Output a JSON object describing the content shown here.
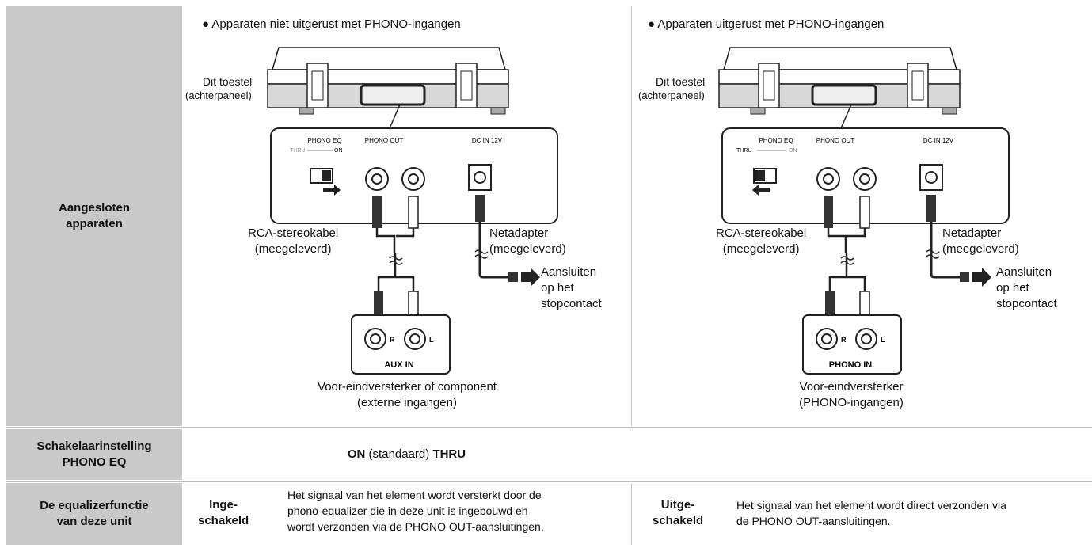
{
  "rows": {
    "devices": {
      "header": [
        "Aangesloten",
        "apparaten"
      ]
    },
    "switch": {
      "header": [
        "Schakelaarinstelling",
        "PHONO EQ"
      ],
      "value_on": "ON",
      "value_mid": " (standaard) ",
      "value_thru": "THRU"
    },
    "function": {
      "header": [
        "De equalizerfunctie",
        "van deze unit"
      ]
    }
  },
  "left": {
    "caption": "Apparaten niet uitgerust met PHONO-ingangen",
    "unit_label": "Dit toestel",
    "unit_sub": "(achterpaneel)",
    "panel": {
      "phono_eq": "PHONO EQ",
      "thru": "THRU",
      "on": "ON",
      "phono_out": "PHONO OUT",
      "dc_in": "DC IN 12V",
      "r": "R",
      "l": "L"
    },
    "cable_label": [
      "RCA-stereokabel",
      "(meegeleverd)"
    ],
    "adapter_label": [
      "Netadapter",
      "(meegeleverd)"
    ],
    "outlet_label": [
      "Aansluiten",
      "op het",
      "stopcontact"
    ],
    "input_name": "AUX IN",
    "amp_label": [
      "Voor-eindversterker of component",
      "(externe ingangen)"
    ],
    "state": [
      "Inge-",
      "schakeld"
    ],
    "description": [
      "Het signaal van het element wordt versterkt door de",
      "phono-equalizer die in deze unit is ingebouwd en",
      "wordt verzonden via de PHONO OUT-aansluitingen."
    ]
  },
  "right": {
    "caption": "Apparaten uitgerust met PHONO-ingangen",
    "unit_label": "Dit toestel",
    "unit_sub": "(achterpaneel)",
    "panel": {
      "phono_eq": "PHONO EQ",
      "thru": "THRU",
      "on": "ON",
      "phono_out": "PHONO OUT",
      "dc_in": "DC IN 12V",
      "r": "R",
      "l": "L"
    },
    "cable_label": [
      "RCA-stereokabel",
      "(meegeleverd)"
    ],
    "adapter_label": [
      "Netadapter",
      "(meegeleverd)"
    ],
    "outlet_label": [
      "Aansluiten",
      "op het",
      "stopcontact"
    ],
    "input_name": "PHONO IN",
    "amp_label": [
      "Voor-eindversterker",
      "(PHONO-ingangen)"
    ],
    "state": [
      "Uitge-",
      "schakeld"
    ],
    "description": [
      "Het signaal van het element wordt direct verzonden via",
      "de PHONO OUT-aansluitingen."
    ]
  }
}
